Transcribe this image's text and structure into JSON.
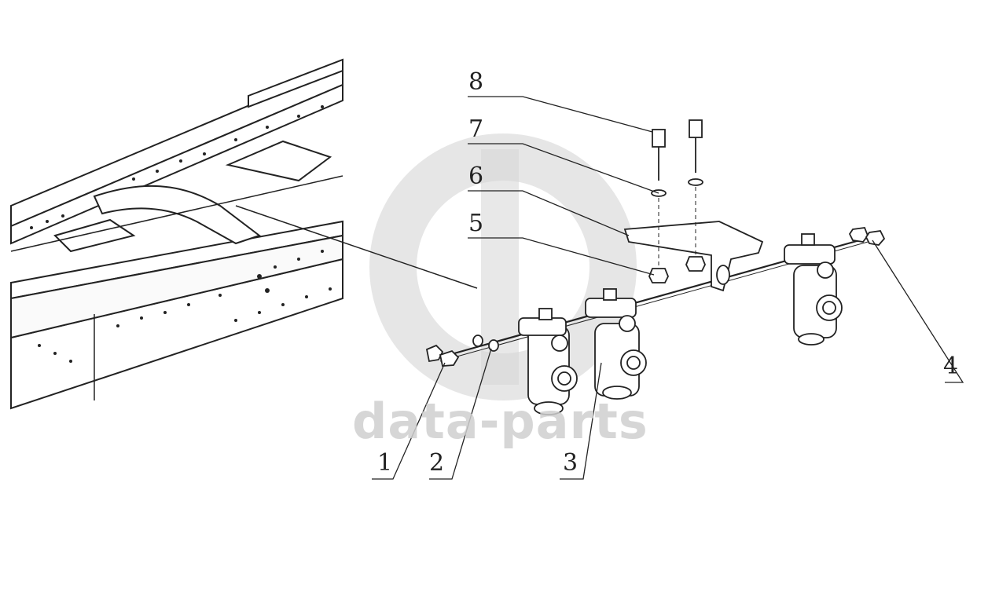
{
  "diagram": {
    "callouts": [
      "1",
      "2",
      "3",
      "4",
      "5",
      "6",
      "7",
      "8"
    ]
  },
  "watermark": {
    "text": "data-parts",
    "color": "#d6d6d6"
  }
}
